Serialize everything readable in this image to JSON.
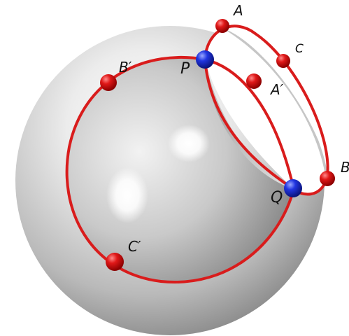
{
  "colors": {
    "circle_stroke": "#d91c1c",
    "point_red": "#d40f0f",
    "point_blue": "#1a2fd6",
    "sphere_light": "#fafafa",
    "sphere_dark": "#7d7d7d"
  },
  "points": {
    "A": "A",
    "B": "B",
    "C": "C",
    "A_prime": "A′",
    "B_prime": "B′",
    "C_prime": "C′",
    "P": "P",
    "Q": "Q"
  }
}
